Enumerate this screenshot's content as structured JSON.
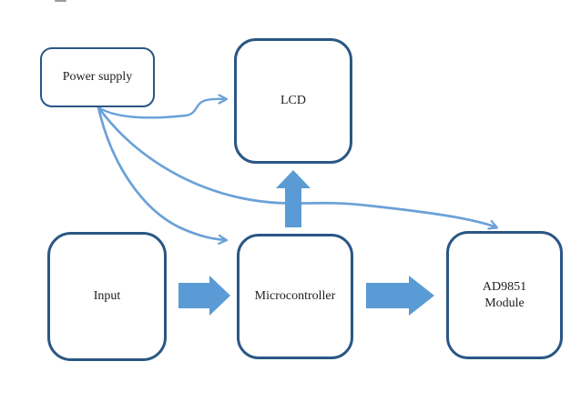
{
  "diagram": {
    "type": "block-diagram",
    "blocks": {
      "power_supply": {
        "label": "Power supply"
      },
      "lcd": {
        "label": "LCD"
      },
      "input": {
        "label": "Input"
      },
      "microcontroller": {
        "label": "Microcontroller"
      },
      "ad9851": {
        "label_line1": "AD9851",
        "label_line2": "Module"
      }
    },
    "connections": [
      {
        "from": "power_supply",
        "to": "lcd",
        "style": "thin-curved-arrow"
      },
      {
        "from": "power_supply",
        "to": "microcontroller",
        "style": "thin-curved-arrow"
      },
      {
        "from": "power_supply",
        "to": "ad9851",
        "style": "thin-curved-arrow"
      },
      {
        "from": "input",
        "to": "microcontroller",
        "style": "thick-block-arrow"
      },
      {
        "from": "microcontroller",
        "to": "lcd",
        "style": "thick-block-arrow"
      },
      {
        "from": "microcontroller",
        "to": "ad9851",
        "style": "thick-block-arrow"
      }
    ]
  },
  "colors": {
    "box_border": "#2A5784",
    "connector_stroke": "#6AA1D8",
    "block_arrow_fill": "#5B9BD5",
    "block_arrow_stroke": "#4D87C0",
    "text": "#202020",
    "background": "#ffffff"
  }
}
